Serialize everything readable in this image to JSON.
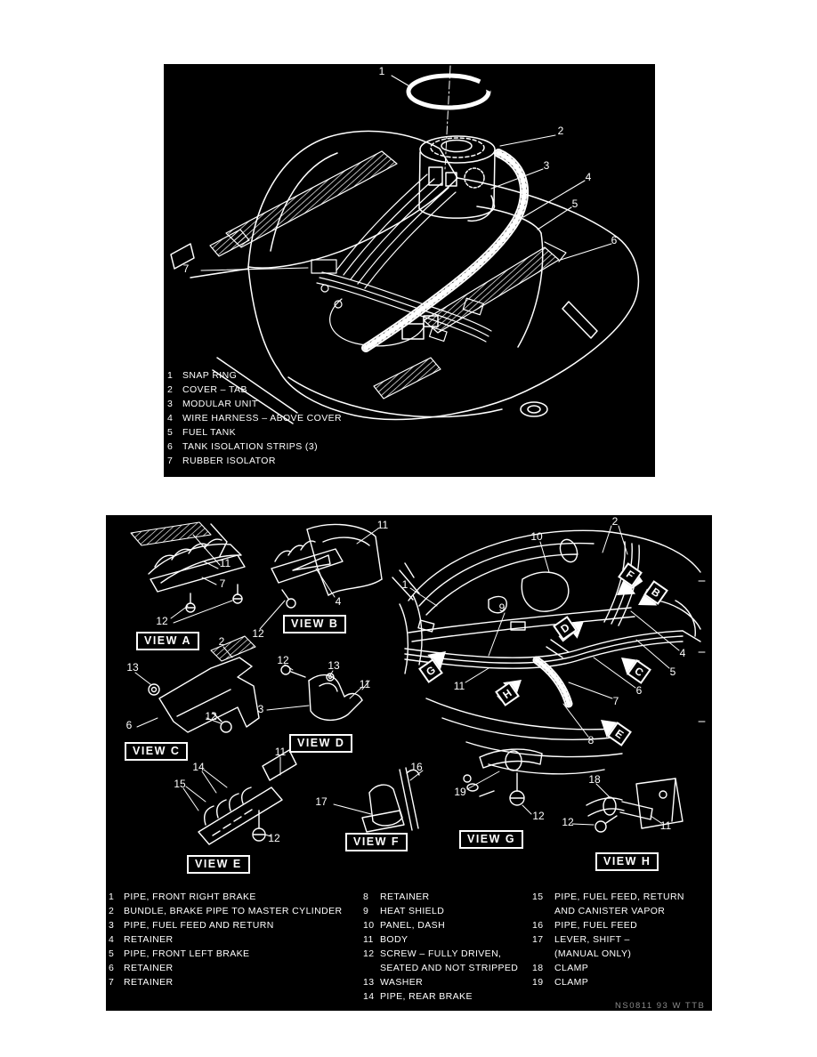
{
  "figure_top": {
    "callouts": [
      {
        "n": "1"
      },
      {
        "n": "2"
      },
      {
        "n": "3"
      },
      {
        "n": "4"
      },
      {
        "n": "5"
      },
      {
        "n": "6"
      },
      {
        "n": "7"
      }
    ],
    "legend": [
      {
        "num": "1",
        "label": "SNAP RING"
      },
      {
        "num": "2",
        "label": "COVER – TAB"
      },
      {
        "num": "3",
        "label": "MODULAR UNIT"
      },
      {
        "num": "4",
        "label": "WIRE HARNESS – ABOVE COVER"
      },
      {
        "num": "5",
        "label": "FUEL TANK"
      },
      {
        "num": "6",
        "label": "TANK ISOLATION STRIPS (3)"
      },
      {
        "num": "7",
        "label": "RUBBER ISOLATOR"
      }
    ]
  },
  "figure_bottom": {
    "view_labels": {
      "a": "VIEW A",
      "b": "VIEW B",
      "c": "VIEW C",
      "d": "VIEW D",
      "e": "VIEW E",
      "f": "VIEW F",
      "g": "VIEW G",
      "h": "VIEW H"
    },
    "markers": {
      "f": "F",
      "b": "B",
      "d": "D",
      "g": "G",
      "c": "C",
      "h": "H",
      "e": "E"
    },
    "callouts": [
      {
        "n": "11"
      },
      {
        "n": "7"
      },
      {
        "n": "12"
      },
      {
        "n": "11"
      },
      {
        "n": "4"
      },
      {
        "n": "12"
      },
      {
        "n": "13"
      },
      {
        "n": "2"
      },
      {
        "n": "12"
      },
      {
        "n": "6"
      },
      {
        "n": "12"
      },
      {
        "n": "13"
      },
      {
        "n": "11"
      },
      {
        "n": "3"
      },
      {
        "n": "14"
      },
      {
        "n": "15"
      },
      {
        "n": "11"
      },
      {
        "n": "12"
      },
      {
        "n": "16"
      },
      {
        "n": "17"
      },
      {
        "n": "19"
      },
      {
        "n": "12"
      },
      {
        "n": "18"
      },
      {
        "n": "12"
      },
      {
        "n": "11"
      },
      {
        "n": "1"
      },
      {
        "n": "2"
      },
      {
        "n": "4"
      },
      {
        "n": "5"
      },
      {
        "n": "6"
      },
      {
        "n": "7"
      },
      {
        "n": "8"
      },
      {
        "n": "9"
      },
      {
        "n": "10"
      },
      {
        "n": "11"
      }
    ],
    "legend_col1": [
      {
        "num": "1",
        "text": "PIPE, FRONT RIGHT BRAKE"
      },
      {
        "num": "2",
        "text": "BUNDLE, BRAKE PIPE TO MASTER CYLINDER"
      },
      {
        "num": "3",
        "text": "PIPE, FUEL FEED AND RETURN"
      },
      {
        "num": "4",
        "text": "RETAINER"
      },
      {
        "num": "5",
        "text": "PIPE, FRONT LEFT BRAKE"
      },
      {
        "num": "6",
        "text": "RETAINER"
      },
      {
        "num": "7",
        "text": "RETAINER"
      }
    ],
    "legend_col2": [
      {
        "num": "8",
        "text": "RETAINER"
      },
      {
        "num": "9",
        "text": "HEAT SHIELD"
      },
      {
        "num": "10",
        "text": "PANEL, DASH"
      },
      {
        "num": "11",
        "text": "BODY"
      },
      {
        "num": "12",
        "text": "SCREW – FULLY DRIVEN,"
      },
      {
        "num": "",
        "text": "SEATED AND NOT STRIPPED"
      },
      {
        "num": "13",
        "text": "WASHER"
      },
      {
        "num": "14",
        "text": "PIPE, REAR BRAKE"
      }
    ],
    "legend_col3": [
      {
        "num": "15",
        "text": "PIPE, FUEL FEED, RETURN"
      },
      {
        "num": "",
        "text": "AND CANISTER VAPOR"
      },
      {
        "num": "16",
        "text": "PIPE, FUEL FEED"
      },
      {
        "num": "17",
        "text": "LEVER, SHIFT –"
      },
      {
        "num": "",
        "text": "(MANUAL ONLY)"
      },
      {
        "num": "18",
        "text": "CLAMP"
      },
      {
        "num": "19",
        "text": "CLAMP"
      }
    ],
    "footer_code": "NS0811 93 W TTB"
  }
}
